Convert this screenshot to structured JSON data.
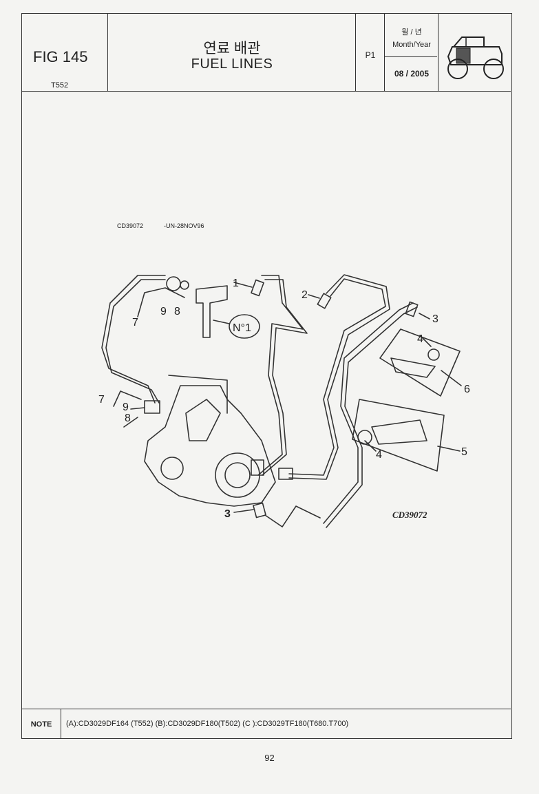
{
  "header": {
    "fig_label": "FIG 145",
    "model": "T552",
    "title_korean": "연료 배관",
    "title_english": "FUEL LINES",
    "page_code": "P1",
    "month_year_korean": "월 / 년",
    "month_year_label": "Month/Year",
    "date": "08 / 2005",
    "tractor_icon": "tractor-icon"
  },
  "drawing": {
    "ref_code": "CD39072",
    "ref_date": "-UN-28NOV96",
    "callouts": [
      "1",
      "2",
      "3",
      "3",
      "4",
      "4",
      "5",
      "6",
      "7",
      "7",
      "8",
      "8",
      "9",
      "9"
    ],
    "cylinder_label": "N°1",
    "figure_code": "CD39072"
  },
  "note": {
    "label": "NOTE",
    "text": "(A):CD3029DF164 (T552)  (B):CD3029DF180(T502)  (C ):CD3029TF180(T680.T700)"
  },
  "footer": {
    "page_number": "92"
  }
}
